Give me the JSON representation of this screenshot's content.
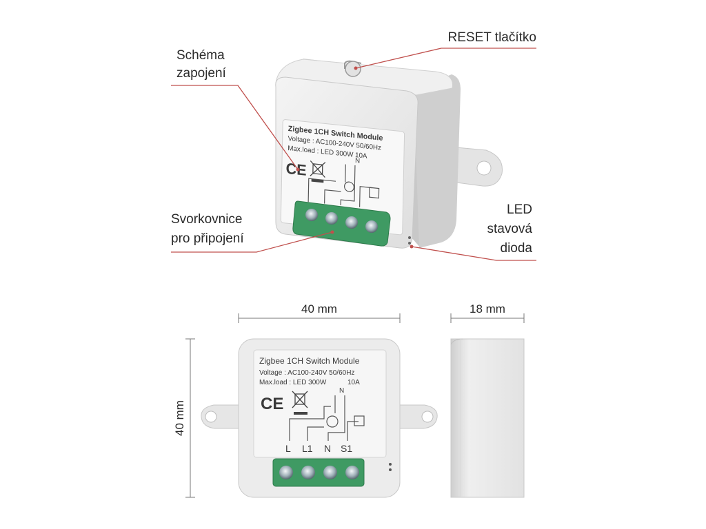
{
  "callouts": {
    "scheme_line1": "Schéma",
    "scheme_line2": "zapojení",
    "reset": "RESET tlačítko",
    "terminal_line1": "Svorkovnice",
    "terminal_line2": "pro připojení",
    "led_line1": "LED",
    "led_line2": "stavová",
    "led_line3": "dioda"
  },
  "device_label": {
    "title": "Zigbee 1CH Switch Module",
    "voltage": "Voltage : AC100-240V 50/60Hz",
    "maxload_top": "Max.load : LED 300W   10A",
    "maxload": "Max.load : LED 300W",
    "current": "10A",
    "ce": "CE",
    "terminals": [
      "L",
      "L1",
      "N",
      "S1"
    ],
    "n_top": "N"
  },
  "dimensions": {
    "width": "40 mm",
    "depth": "18 mm",
    "height": "40 mm"
  },
  "colors": {
    "callout_line": "#c0504d",
    "housing": "#ececec",
    "terminal_block": "#3f9a63"
  }
}
